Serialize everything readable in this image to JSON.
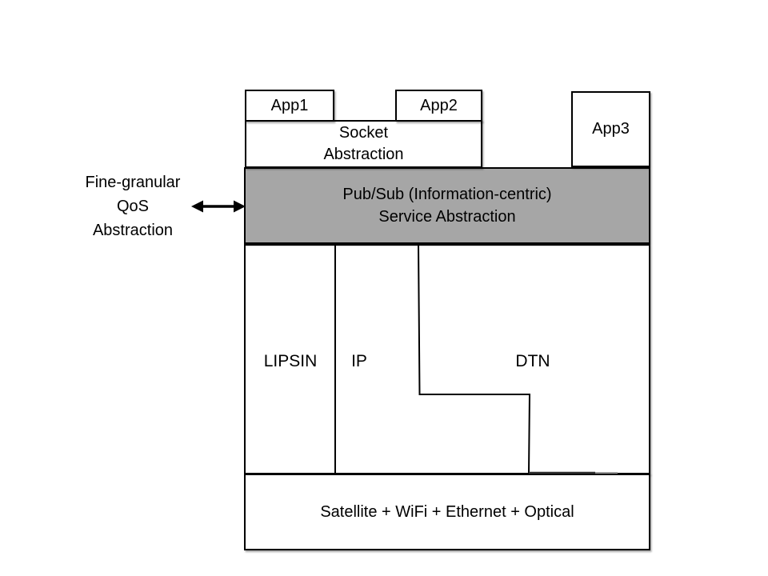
{
  "diagram": {
    "title_hint": "Information-centric network stack diagram",
    "apps": {
      "app1": "App1",
      "app2": "App2",
      "app3": "App3"
    },
    "socket": {
      "line1": "Socket",
      "line2": "Abstraction"
    },
    "pubsub": {
      "line1": "Pub/Sub (Information-centric)",
      "line2": "Service Abstraction"
    },
    "qos_annotation": {
      "line1": "Fine-granular",
      "line2": "QoS",
      "line3": "Abstraction"
    },
    "network_layers": {
      "lipsin": "LIPSIN",
      "ip": "IP",
      "dtn": "DTN"
    },
    "physical_layer": "Satellite + WiFi + Ethernet + Optical",
    "colors": {
      "background": "#ffffff",
      "box_fill": "#ffffff",
      "pubsub_fill": "#a6a6a6",
      "border": "#000000",
      "text": "#000000"
    }
  }
}
